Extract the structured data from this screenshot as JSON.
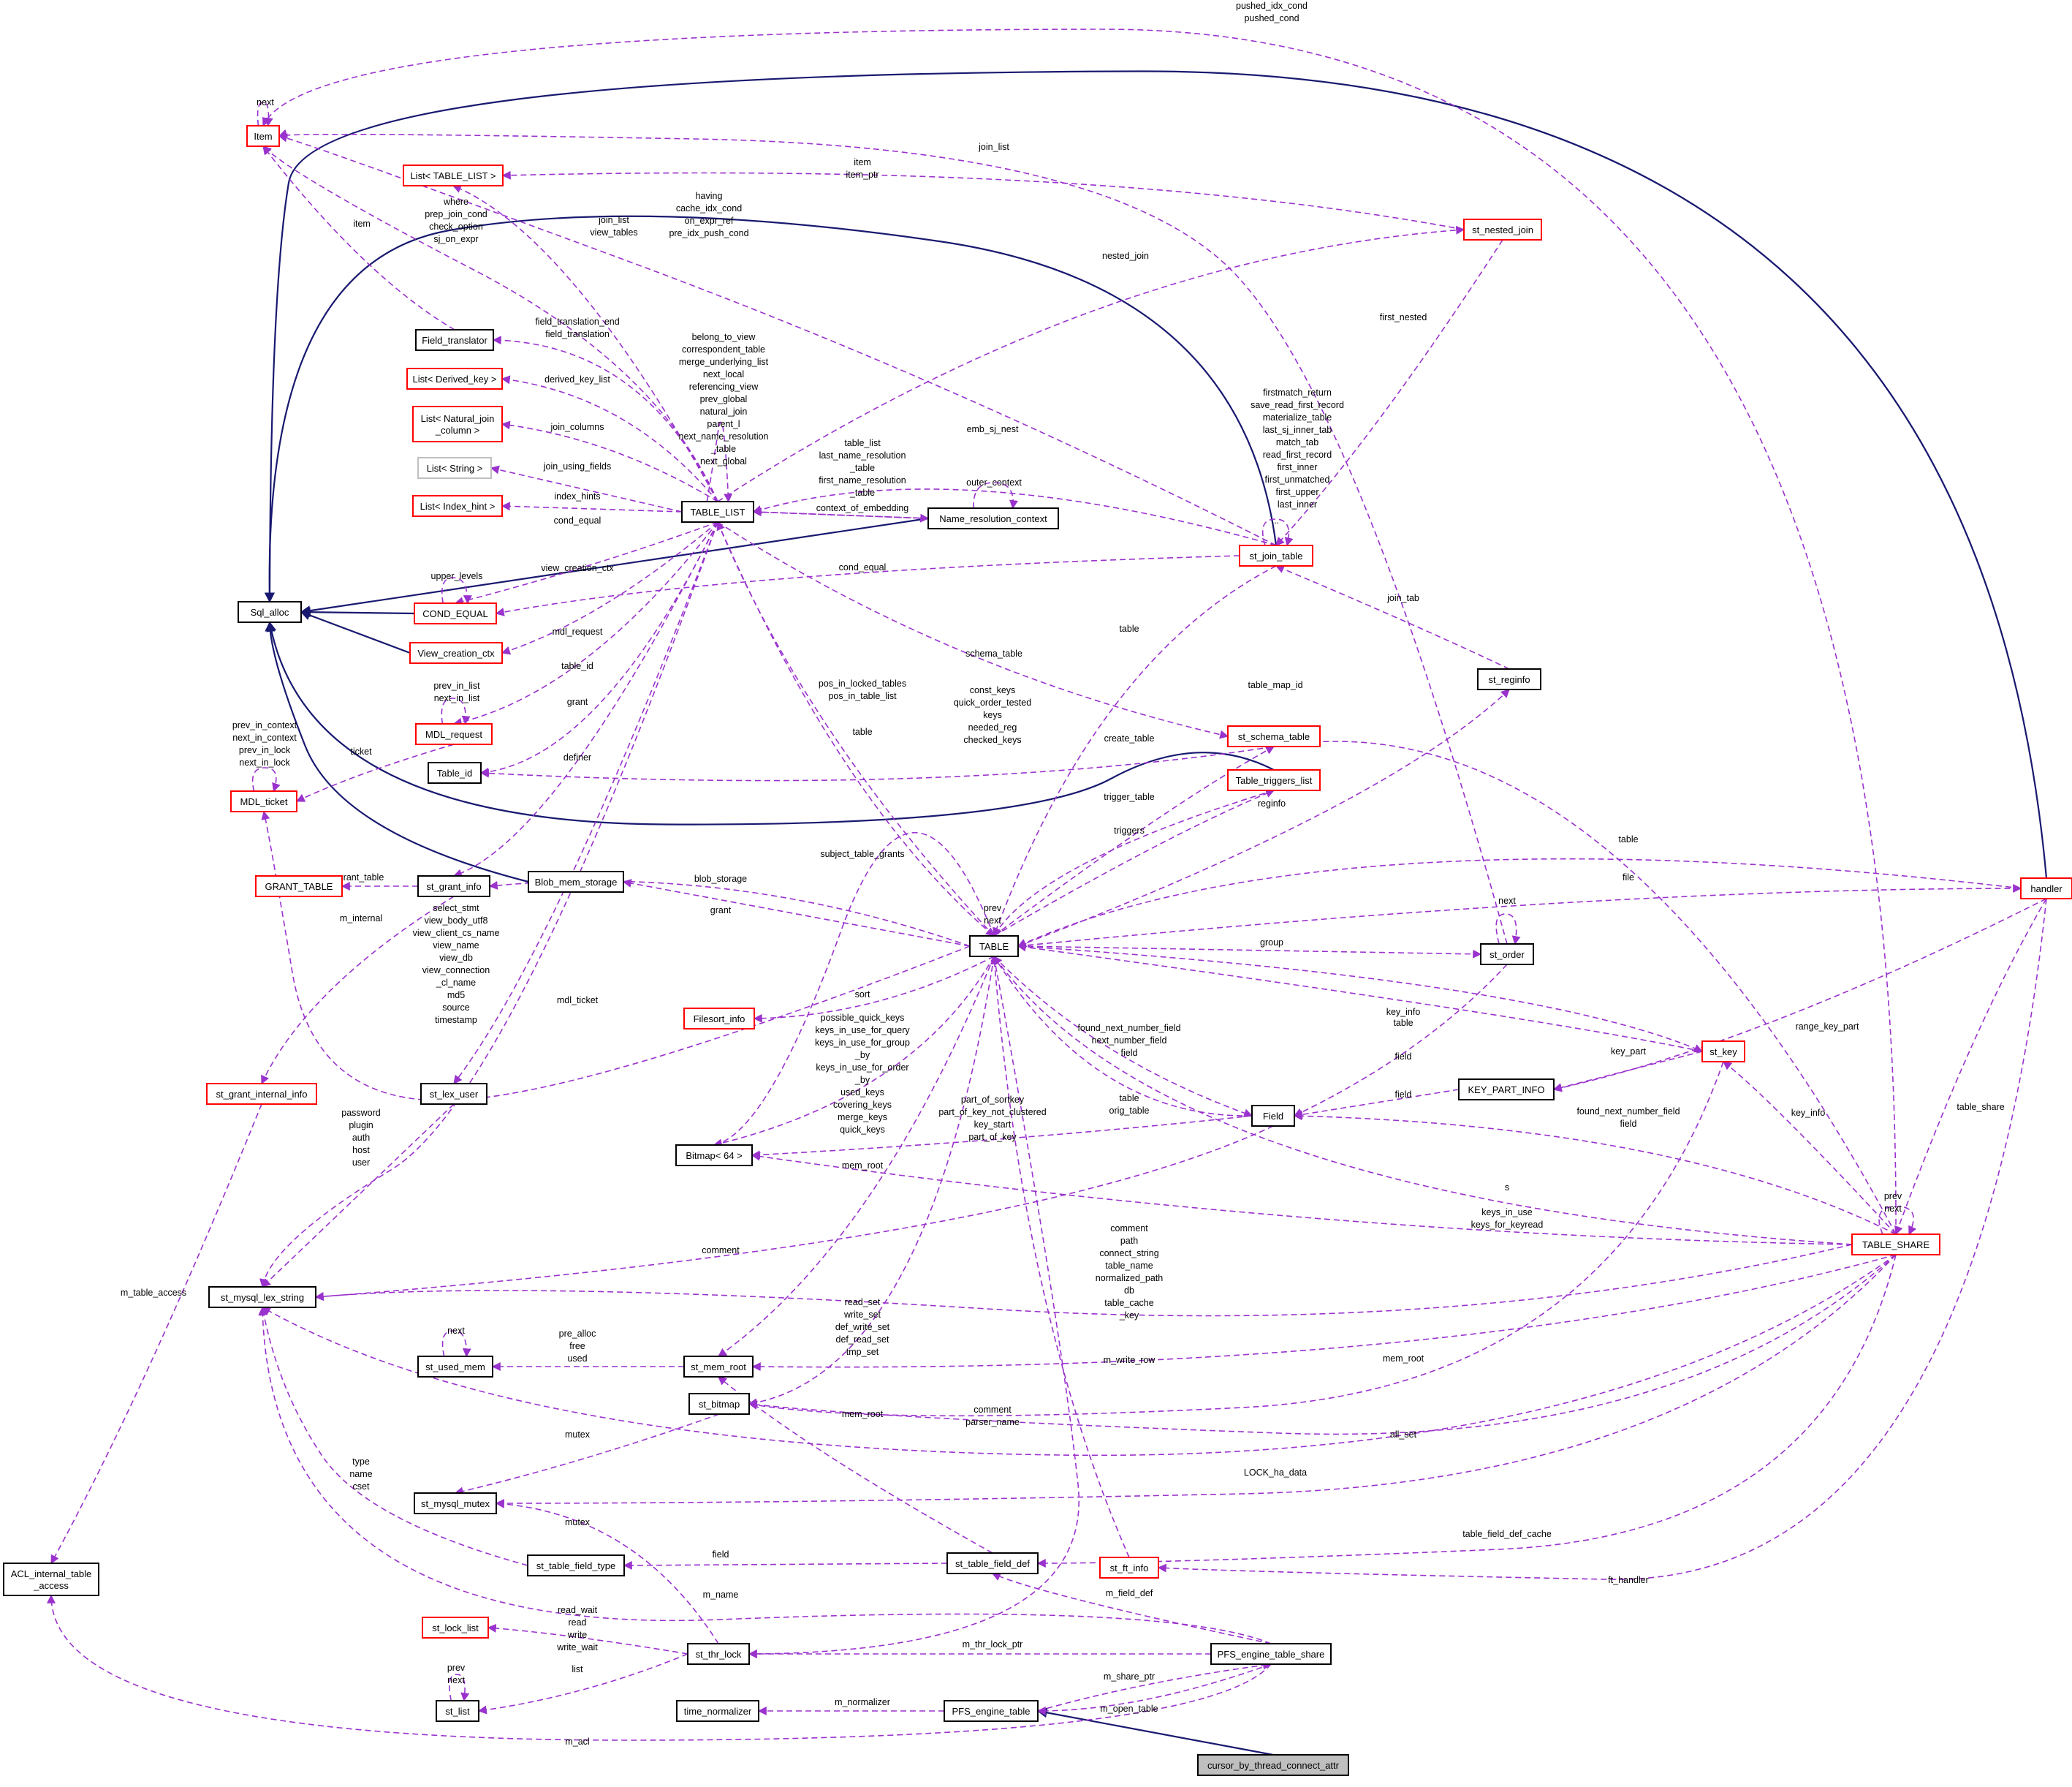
{
  "nodes": [
    {
      "id": "item",
      "label": "Item",
      "style": "red"
    },
    {
      "id": "list_tl",
      "label": "List< TABLE_LIST >",
      "style": "red"
    },
    {
      "id": "field_translator",
      "label": "Field_translator",
      "style": "black"
    },
    {
      "id": "list_derived",
      "label": "List< Derived_key >",
      "style": "red"
    },
    {
      "id": "list_natural",
      "label": "List< Natural_join _column >",
      "style": "red"
    },
    {
      "id": "list_string",
      "label": "List< String >",
      "style": "gray"
    },
    {
      "id": "list_index",
      "label": "List< Index_hint >",
      "style": "red"
    },
    {
      "id": "sql_alloc",
      "label": "Sql_alloc",
      "style": "black"
    },
    {
      "id": "cond_equal",
      "label": "COND_EQUAL",
      "style": "red"
    },
    {
      "id": "view_ctx",
      "label": "View_creation_ctx",
      "style": "red"
    },
    {
      "id": "mdl_request",
      "label": "MDL_request",
      "style": "red"
    },
    {
      "id": "mdl_ticket",
      "label": "MDL_ticket",
      "style": "red"
    },
    {
      "id": "table_id",
      "label": "Table_id",
      "style": "black"
    },
    {
      "id": "grant_table",
      "label": "GRANT_TABLE",
      "style": "red"
    },
    {
      "id": "st_grant_info",
      "label": "st_grant_info",
      "style": "black"
    },
    {
      "id": "blob_mem",
      "label": "Blob_mem_storage",
      "style": "black"
    },
    {
      "id": "filesort",
      "label": "Filesort_info",
      "style": "red"
    },
    {
      "id": "st_grant_internal",
      "label": "st_grant_internal_info",
      "style": "red"
    },
    {
      "id": "st_lex_user",
      "label": "st_lex_user",
      "style": "black"
    },
    {
      "id": "bitmap64",
      "label": "Bitmap< 64 >",
      "style": "black"
    },
    {
      "id": "st_mysql_lex",
      "label": "st_mysql_lex_string",
      "style": "black"
    },
    {
      "id": "st_used_mem",
      "label": "st_used_mem",
      "style": "black"
    },
    {
      "id": "st_mem_root",
      "label": "st_mem_root",
      "style": "black"
    },
    {
      "id": "st_bitmap",
      "label": "st_bitmap",
      "style": "black"
    },
    {
      "id": "st_mysql_mutex",
      "label": "st_mysql_mutex",
      "style": "black"
    },
    {
      "id": "acl",
      "label": "ACL_internal_table _access",
      "style": "black"
    },
    {
      "id": "st_table_field_type",
      "label": "st_table_field_type",
      "style": "black"
    },
    {
      "id": "st_table_field_def",
      "label": "st_table_field_def",
      "style": "black"
    },
    {
      "id": "st_ft_info",
      "label": "st_ft_info",
      "style": "red"
    },
    {
      "id": "st_lock_list",
      "label": "st_lock_list",
      "style": "red"
    },
    {
      "id": "st_thr_lock",
      "label": "st_thr_lock",
      "style": "black"
    },
    {
      "id": "st_list",
      "label": "st_list",
      "style": "black"
    },
    {
      "id": "time_norm",
      "label": "time_normalizer",
      "style": "black"
    },
    {
      "id": "pfs_table",
      "label": "PFS_engine_table",
      "style": "black"
    },
    {
      "id": "pfs_share",
      "label": "PFS_engine_table_share",
      "style": "black"
    },
    {
      "id": "cursor",
      "label": "cursor_by_thread_connect_attr",
      "style": "root"
    },
    {
      "id": "table_list",
      "label": "TABLE_LIST",
      "style": "black"
    },
    {
      "id": "name_res",
      "label": "Name_resolution_context",
      "style": "black"
    },
    {
      "id": "st_join_table",
      "label": "st_join_table",
      "style": "red"
    },
    {
      "id": "st_nested_join",
      "label": "st_nested_join",
      "style": "red"
    },
    {
      "id": "st_reginfo",
      "label": "st_reginfo",
      "style": "black"
    },
    {
      "id": "st_schema_table",
      "label": "st_schema_table",
      "style": "red"
    },
    {
      "id": "table_triggers",
      "label": "Table_triggers_list",
      "style": "red"
    },
    {
      "id": "table",
      "label": "TABLE",
      "style": "black"
    },
    {
      "id": "st_order",
      "label": "st_order",
      "style": "black"
    },
    {
      "id": "st_key",
      "label": "st_key",
      "style": "red"
    },
    {
      "id": "key_part_info",
      "label": "KEY_PART_INFO",
      "style": "black"
    },
    {
      "id": "field",
      "label": "Field",
      "style": "black"
    },
    {
      "id": "table_share",
      "label": "TABLE_SHARE",
      "style": "red"
    },
    {
      "id": "handler",
      "label": "handler",
      "style": "red"
    }
  ],
  "edge_labels": {
    "pushed_cond": "pushed_idx_cond\npushed_cond",
    "item_next": "next",
    "join_list": "join_list",
    "item_item_ptr": "item\nitem_ptr",
    "having": "having\ncache_idx_cond\non_expr_ref\npre_idx_push_cond",
    "where": "where\nprep_join_cond\ncheck_option\nsj_on_expr",
    "item_ft": "item",
    "join_list_view": "join_list\nview_tables",
    "nested_join": "nested_join",
    "first_nested": "first_nested",
    "field_translation": "field_translation_end\nfield_translation",
    "belong_to_view": "belong_to_view\ncorrespondent_table\nmerge_underlying_list\nnext_local\nreferencing_view\nprev_global\nnatural_join\nparent_l\nnext_name_resolution\n_table\nnext_global",
    "derived_key_list": "derived_key_list",
    "join_columns": "join_columns",
    "join_using_fields": "join_using_fields",
    "index_hints": "index_hints",
    "table_list_lnr": "table_list\nlast_name_resolution\n_table\nfirst_name_resolution\n_table",
    "outer_context": "outer_context",
    "context_of_embedding": "context_of_embedding",
    "emb_sj_nest": "emb_sj_nest",
    "firstmatch": "firstmatch_return\nsave_read_first_record\nmaterialize_table\nlast_sj_inner_tab\nmatch_tab\nread_first_record\nfirst_inner\nfirst_unmatched\nfirst_upper\nlast_inner",
    "jt_dots": "...",
    "cond_equal1": "cond_equal",
    "upper_levels": "upper_levels",
    "view_creation_ctx": "view_creation_ctx",
    "cond_equal2": "cond_equal",
    "join_tab": "join_tab",
    "mdl_request": "mdl_request",
    "prev_in_list": "prev_in_list\nnext_in_list",
    "table_id": "table_id",
    "schema_table": "schema_table",
    "table_jt": "table",
    "table_map_id": "table_map_id",
    "prev_in_context": "prev_in_context\nnext_in_context\nprev_in_lock\nnext_in_lock",
    "ticket": "ticket",
    "grant": "grant",
    "pos_in_locked": "pos_in_locked_tables\npos_in_table_list",
    "const_keys": "const_keys\nquick_order_tested\nkeys\nneeded_reg\nchecked_keys",
    "create_table": "create_table",
    "definer": "definer",
    "table_tl": "table",
    "trigger_table": "trigger_table",
    "triggers": "triggers",
    "reginfo": "reginfo",
    "subject_table_grants": "subject_table_grants",
    "grant_table": "grant_table",
    "blob_storage": "blob_storage",
    "table_handler": "table",
    "file": "file",
    "prev_next_table": "prev\nnext",
    "m_internal": "m_internal",
    "select_stmt": "select_stmt\nview_body_utf8\nview_client_cs_name\nview_name\nview_db\nview_connection\n_cl_name\nmd5\nsource\ntimestamp",
    "grant2": "grant",
    "order_next": "next",
    "group": "group",
    "sort": "sort",
    "mdl_ticket": "mdl_ticket",
    "possible_quick_keys": "possible_quick_keys\nkeys_in_use_for_query\nkeys_in_use_for_group\n_by\nkeys_in_use_for_order\n_by\nused_keys\ncovering_keys\nmerge_keys\nquick_keys",
    "key_info": "key_info",
    "found_next": "found_next_number_field\nnext_number_field\nfield",
    "table_key": "table",
    "range_key_part": "range_key_part",
    "key_part": "key_part",
    "field_order": "field",
    "field_kpi": "field",
    "password": "password\nplugin\nauth\nhost\nuser",
    "part_of_sortkey": "part_of_sortkey\npart_of_key_not_clustered\nkey_start\npart_of_key",
    "table_orig": "table\norig_table",
    "key_info_share": "key_info",
    "found_next_share": "found_next_number_field\nfield",
    "table_share": "table_share",
    "mem_root1": "mem_root",
    "s": "s",
    "share_prev": "prev\nnext",
    "m_table_access": "m_table_access",
    "comment": "comment",
    "keys_in_use": "keys_in_use\nkeys_for_keyread",
    "comment_path": "comment\npath\nconnect_string\ntable_name\nnormalized_path\ndb\ntable_cache\n_key",
    "used_next": "next",
    "pre_alloc": "pre_alloc\nfree\nused",
    "read_set": "read_set\nwrite_set\ndef_write_set\ndef_read_set\ntmp_set",
    "m_write_row": "m_write_row",
    "mem_root2": "mem_root",
    "comment_parser": "comment\nparser_name",
    "mem_root3": "mem_root",
    "all_set": "all_set",
    "mutex": "mutex",
    "lock_ha_data": "LOCK_ha_data",
    "type_name_cset": "type\nname\ncset",
    "table_field_def_cache": "table_field_def_cache",
    "mutex2": "mutex",
    "field_tfd": "field",
    "ft_handler": "ft_handler",
    "m_name": "m_name",
    "m_field_def": "m_field_def",
    "read_wait": "read_wait\nread\nwrite\nwrite_wait",
    "m_thr_lock_ptr": "m_thr_lock_ptr",
    "list_prev": "prev\nnext",
    "list": "list",
    "m_normalizer": "m_normalizer",
    "m_share_ptr": "m_share_ptr",
    "m_open_table": "m_open_table",
    "m_acl": "m_acl"
  }
}
